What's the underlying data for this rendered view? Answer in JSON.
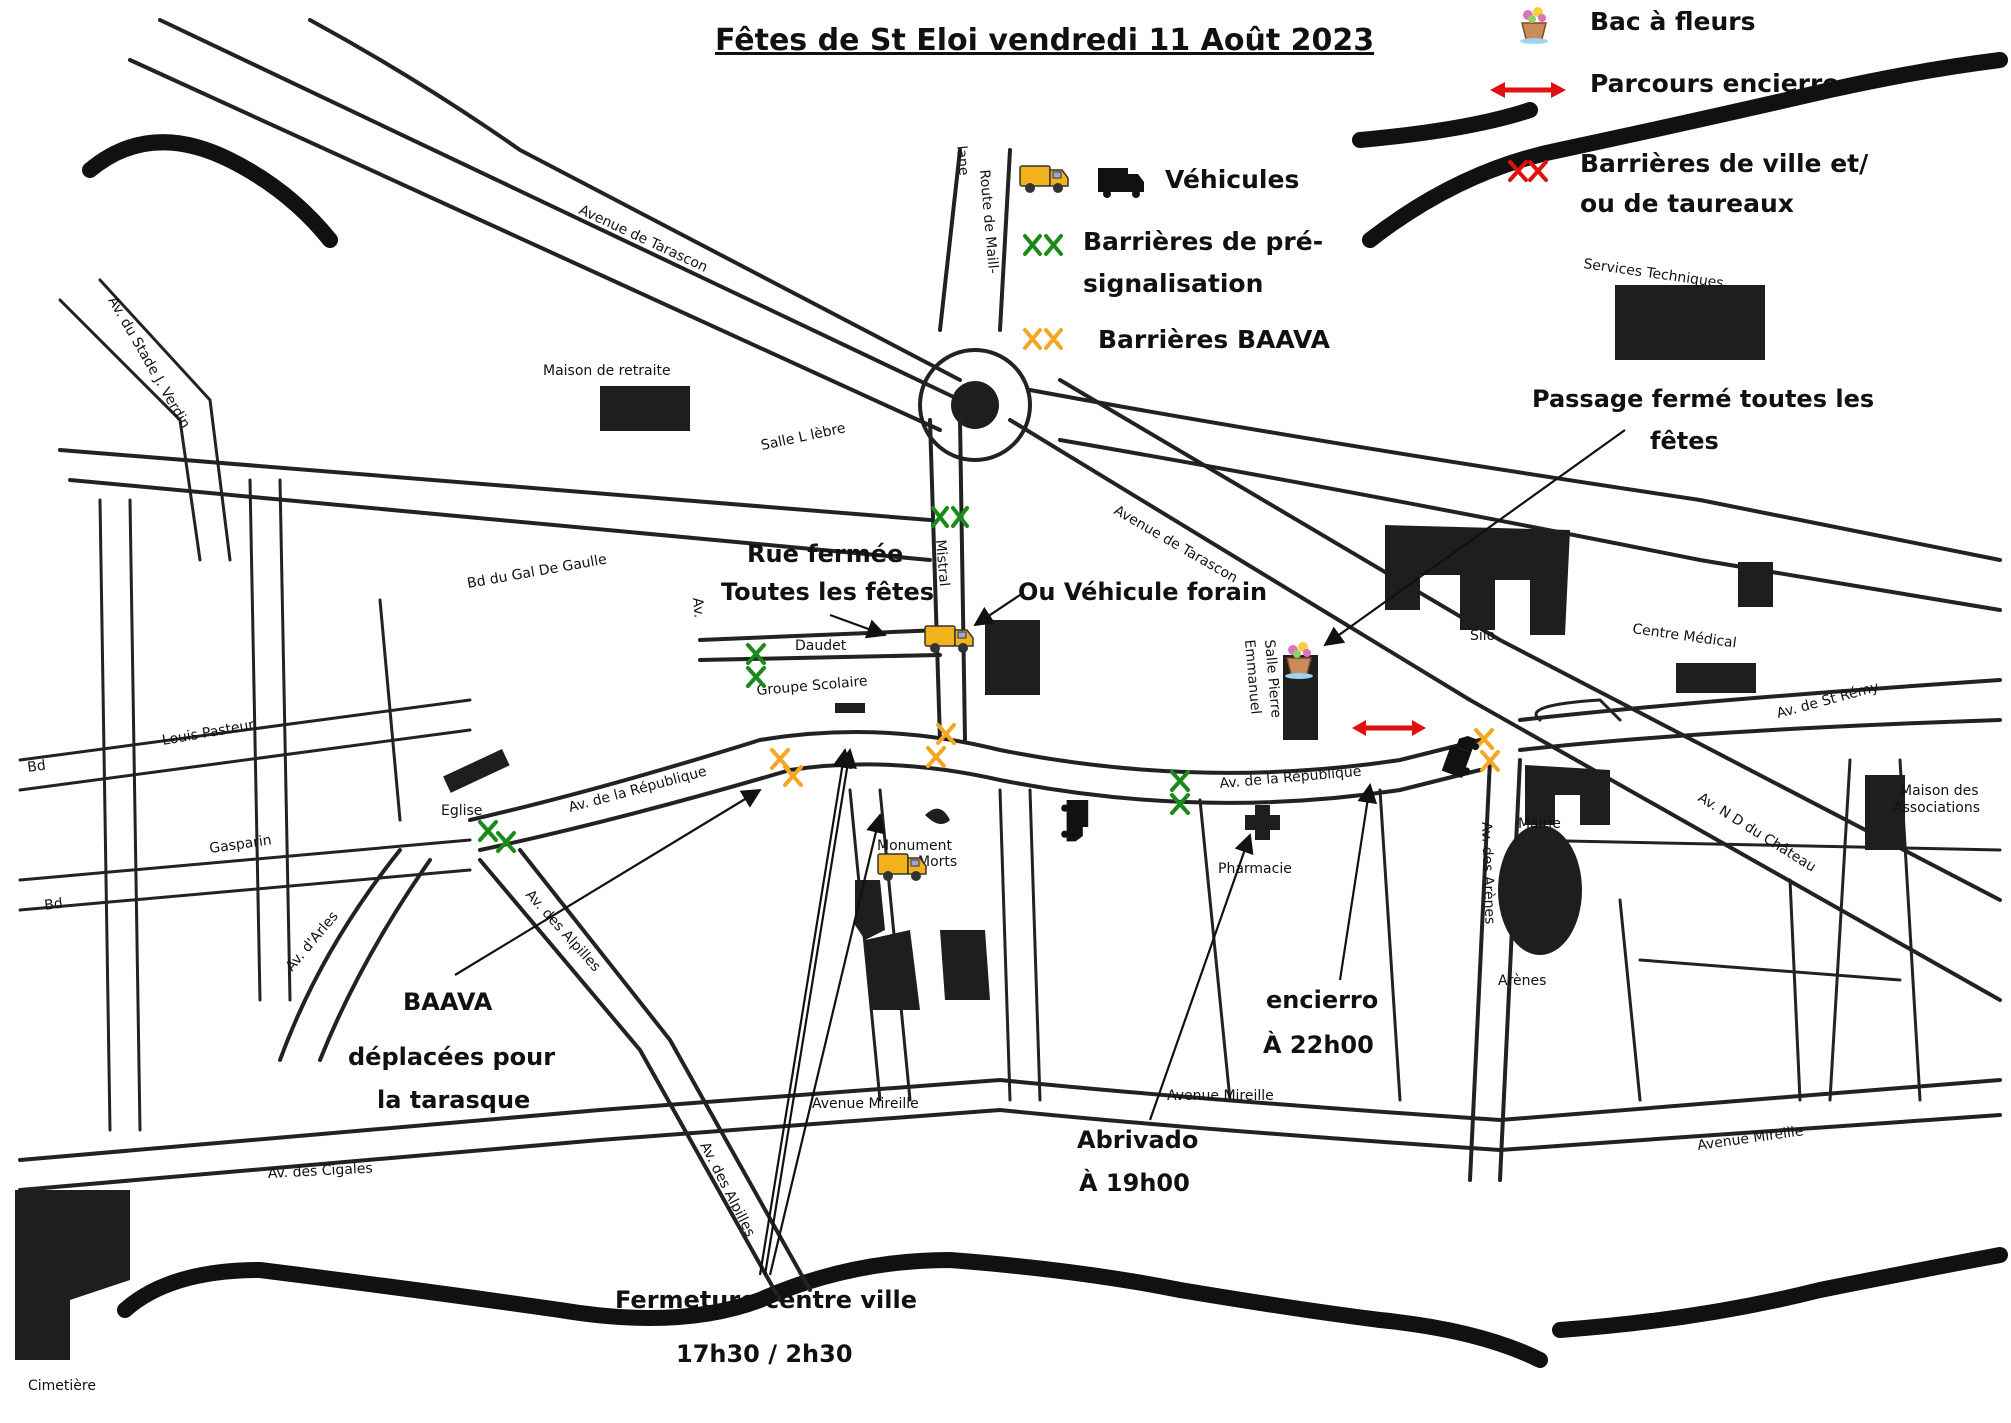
{
  "title": "Fêtes de St Eloi vendredi 11 Août 2023",
  "legend": {
    "flower": "Bac à fleurs",
    "encierro": "Parcours encierro",
    "red_barrier_1": "Barrières de ville et/",
    "red_barrier_2": "ou de taureaux",
    "vehicles": "Véhicules",
    "green_barrier_1": "Barrières de pré-",
    "green_barrier_2": "signalisation",
    "orange_barrier": "Barrières BAAVA"
  },
  "colors": {
    "green": "#1a8a1a",
    "orange": "#f5a623",
    "red": "#e01010",
    "truck": "#f2b21b"
  },
  "streets": {
    "av_tarascon": "Avenue de Tarascon",
    "av_tarascon2": "Avenue de Tarascon",
    "route_maill_1": "Route de Maill-",
    "route_maill_2": "lane",
    "av_stade": "Av. du Stade J. Verdin",
    "bd_gaulle": "Bd  du Gal De Gaulle",
    "mistral": "Mistral",
    "av": "Av.",
    "daudet": "Daudet",
    "louis_pasteur": "Louis Pasteur",
    "bd1": "Bd",
    "gasparin": "Gasparin",
    "bd2": "Bd",
    "av_republique1": "Av. de la République",
    "av_republique2": "Av. de la République",
    "av_arles": "Av. d'Arles",
    "av_alpilles1": "Av. des Alpilles",
    "av_alpilles2": "Av. des Alpilles",
    "av_mireille1": "Avenue Mireille",
    "av_mireille2": "Avenue Mireille",
    "av_mireille3": "Avenue Mireille",
    "av_cigales": "Av. des Cigales",
    "av_arenes": "Av. des Arènes",
    "av_st_remy": "Av. de St Rémy",
    "av_nd_chateau": "Av. N D du Château"
  },
  "places": {
    "maison_retraite": "Maison de retraite",
    "salle_lebre": "Salle  L lèbre",
    "groupe_scolaire": "Groupe Scolaire",
    "eglise": "Eglise",
    "monument_1": "Monument",
    "monument_2": "Morts",
    "salle_pierre_1": "Salle Pierre",
    "salle_pierre_2": "Emmanuel",
    "silo": "Silo",
    "centre_medical": "Centre Médical",
    "services_techniques": "Services Techniques",
    "pharmacie": "Pharmacie",
    "mairie": "Mairie",
    "arenes": "Arènes",
    "maison_assoc_1": "Maison des",
    "maison_assoc_2": "Associations",
    "cimetiere": "Cimetière"
  },
  "annotations": {
    "rue_fermee_1": "Rue fermée",
    "rue_fermee_2": "Toutes les fêtes",
    "vehicule_forain": "Ou Véhicule forain",
    "passage_ferme_1": "Passage fermé toutes les",
    "passage_ferme_2": "fêtes",
    "baava_1": "BAAVA",
    "baava_2": "déplacées pour",
    "baava_3": "la tarasque",
    "encierro_1": "encierro",
    "encierro_2": "À 22h00",
    "abrivado_1": "Abrivado",
    "abrivado_2": "À 19h00",
    "fermeture_1": "Fermeture centre ville",
    "fermeture_2": "17h30 / 2h30"
  }
}
